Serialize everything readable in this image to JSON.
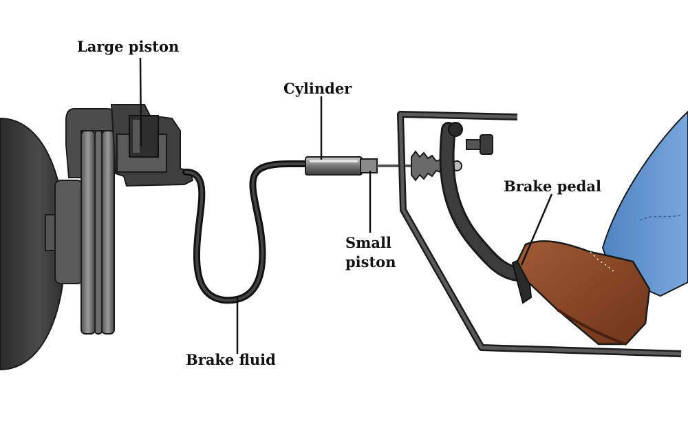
{
  "labels": {
    "large_piston": "Large piston",
    "cylinder": "Cylinder",
    "brake_pedal": "Brake pedal",
    "small_piston_line1": "Small",
    "small_piston_line2": "piston",
    "brake_fluid": "Brake fluid"
  },
  "colors": {
    "outline": "#1a1a1a",
    "metal_dark": "#3c3c3c",
    "metal_mid": "#6a6a6a",
    "metal_light": "#a8a8a8",
    "boot_brown": "#8b4a2b",
    "jeans_blue": "#5b8fc9"
  }
}
